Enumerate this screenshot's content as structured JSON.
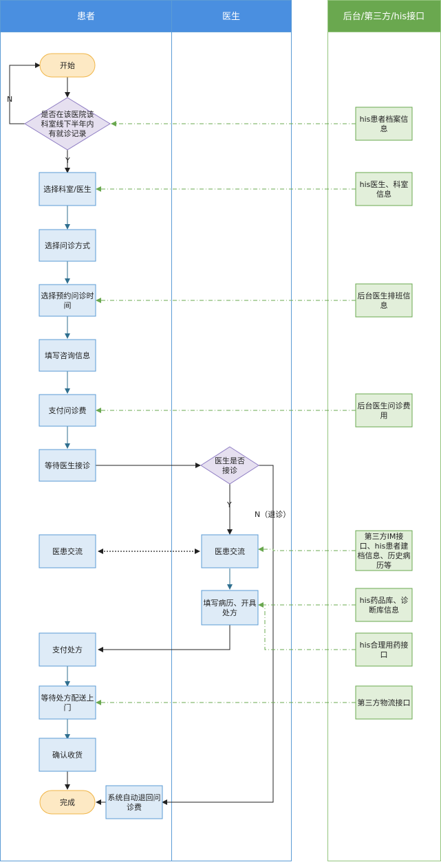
{
  "lanes": [
    {
      "id": "patient",
      "title": "患者"
    },
    {
      "id": "doctor",
      "title": "医生"
    },
    {
      "id": "backend",
      "title": "后台/第三方/his接口"
    }
  ],
  "colors": {
    "lane_header_blue": "#4a8fe0",
    "lane_header_green": "#6aa84f",
    "lane_border_blue": "#5b9bd5",
    "lane_border_green": "#93c47d",
    "process_fill": "#deebf7",
    "process_stroke": "#5b9bd5",
    "terminal_fill": "#fde9c4",
    "terminal_stroke": "#f0b547",
    "decision_fill": "#e6e0f0",
    "decision_stroke": "#8e7cc3",
    "system_fill": "#e2efda",
    "system_stroke": "#6aa84f",
    "arrow_solid": "#2f6f8f",
    "arrow_dashed": "#6aa84f",
    "arrow_black": "#222222"
  },
  "nodes": [
    {
      "id": "start",
      "lines": [
        "开始"
      ]
    },
    {
      "id": "d_history",
      "lines": [
        "是否在该医院该",
        "科室线下半年内",
        "有就诊记录"
      ]
    },
    {
      "id": "select_dept",
      "lines": [
        "选择科室/医生"
      ]
    },
    {
      "id": "select_mode",
      "lines": [
        "选择问诊方式"
      ]
    },
    {
      "id": "select_time",
      "lines": [
        "选择预约问诊时",
        "间"
      ]
    },
    {
      "id": "fill_info",
      "lines": [
        "填写咨询信息"
      ]
    },
    {
      "id": "pay_fee",
      "lines": [
        "支付问诊费"
      ]
    },
    {
      "id": "wait_doctor",
      "lines": [
        "等待医生接诊"
      ]
    },
    {
      "id": "p_chat",
      "lines": [
        "医患交流"
      ]
    },
    {
      "id": "pay_rx",
      "lines": [
        "支付处方"
      ]
    },
    {
      "id": "wait_delivery",
      "lines": [
        "等待处方配送上",
        "门"
      ]
    },
    {
      "id": "confirm",
      "lines": [
        "确认收货"
      ]
    },
    {
      "id": "done",
      "lines": [
        "完成"
      ]
    },
    {
      "id": "d_accept",
      "lines": [
        "医生是否",
        "接诊"
      ]
    },
    {
      "id": "d_chat",
      "lines": [
        "医患交流"
      ]
    },
    {
      "id": "fill_record",
      "lines": [
        "填写病历、开具",
        "处方"
      ]
    },
    {
      "id": "refund",
      "lines": [
        "系统自动退回问",
        "诊费"
      ]
    },
    {
      "id": "s_archive",
      "lines": [
        "his患者档案信",
        "息"
      ]
    },
    {
      "id": "s_dept",
      "lines": [
        "his医生、科室",
        "信息"
      ]
    },
    {
      "id": "s_schedule",
      "lines": [
        "后台医生排班信",
        "息"
      ]
    },
    {
      "id": "s_fee",
      "lines": [
        "后台医生问诊费",
        "用"
      ]
    },
    {
      "id": "s_im",
      "lines": [
        "第三方IM接",
        "口、his患者建",
        "档信息、历史病",
        "历等"
      ]
    },
    {
      "id": "s_drug",
      "lines": [
        "his药品库、诊",
        "断库信息"
      ]
    },
    {
      "id": "s_rational",
      "lines": [
        "his合理用药接",
        "口"
      ]
    },
    {
      "id": "s_logistics",
      "lines": [
        "第三方物流接口"
      ]
    }
  ],
  "edge_labels": [
    {
      "id": "lbl_n_loop",
      "text": "N"
    },
    {
      "id": "lbl_y_main",
      "text": "Y"
    },
    {
      "id": "lbl_y_accept",
      "text": "Y"
    },
    {
      "id": "lbl_n_refund",
      "text": "N（退诊）"
    }
  ]
}
